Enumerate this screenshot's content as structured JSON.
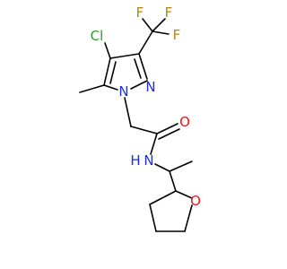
{
  "molecule": {
    "atoms": {
      "cl": {
        "label": "Cl",
        "color": "#2ca02c"
      },
      "f_top_left": {
        "label": "F",
        "color": "#b8860b"
      },
      "f_top_right": {
        "label": "F",
        "color": "#b8860b"
      },
      "f_right": {
        "label": "F",
        "color": "#b8860b"
      },
      "n_ring_upper": {
        "label": "N",
        "color": "#1f2fd6"
      },
      "n_ring_lower": {
        "label": "N",
        "color": "#1f2fd6"
      },
      "o_carbonyl": {
        "label": "O",
        "color": "#e0191c"
      },
      "nh_amide": {
        "label": "N",
        "color": "#1f2fd6"
      },
      "nh_h": {
        "label": "H",
        "color": "#1f2fd6"
      },
      "o_ring": {
        "label": "O",
        "color": "#e0191c"
      }
    }
  }
}
